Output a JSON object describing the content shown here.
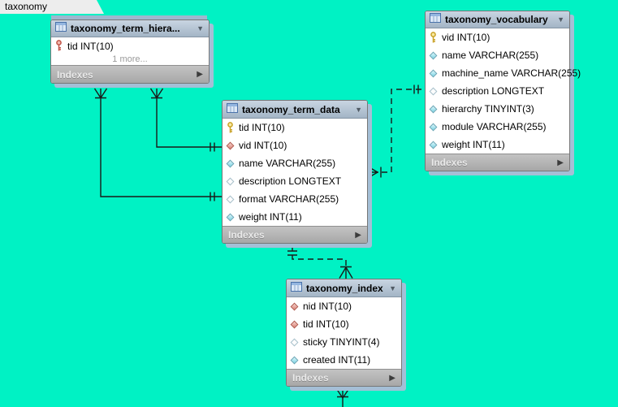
{
  "tab": {
    "label": "taxonomy"
  },
  "icons": {
    "collapse_caret": "▼",
    "indexes_arrow": "▶"
  },
  "palette": {
    "canvas_bg": "#00f2c4",
    "box_shadow": "#a4bfd6",
    "header_gradient_top": "#c9d5e2",
    "header_gradient_bottom": "#a3b5c6",
    "wire": "#1a1a1a",
    "primary_key": "#c9a227",
    "primary_foreign_key": "#c05548",
    "foreign_key_diamond": "#d97e72",
    "not_null_diamond": "#79d3e4"
  },
  "tables": [
    {
      "title": "taxonomy_term_hiera...",
      "columns": [
        {
          "icon": "primary-foreign-key",
          "text": "tid INT(10)"
        }
      ],
      "more_label": "1 more...",
      "indexes_label": "Indexes"
    },
    {
      "title": "taxonomy_term_data",
      "columns": [
        {
          "icon": "primary-key",
          "text": "tid INT(10)"
        },
        {
          "icon": "foreign-key",
          "text": "vid INT(10)"
        },
        {
          "icon": "column-not-null",
          "text": "name VARCHAR(255)"
        },
        {
          "icon": "column-nullable",
          "text": "description LONGTEXT"
        },
        {
          "icon": "column-nullable",
          "text": "format VARCHAR(255)"
        },
        {
          "icon": "column-not-null",
          "text": "weight INT(11)"
        }
      ],
      "indexes_label": "Indexes"
    },
    {
      "title": "taxonomy_vocabulary",
      "columns": [
        {
          "icon": "primary-key",
          "text": "vid INT(10)"
        },
        {
          "icon": "column-not-null",
          "text": "name VARCHAR(255)"
        },
        {
          "icon": "column-not-null",
          "text": "machine_name VARCHAR(255)"
        },
        {
          "icon": "column-nullable",
          "text": "description LONGTEXT"
        },
        {
          "icon": "column-not-null",
          "text": "hierarchy TINYINT(3)"
        },
        {
          "icon": "column-not-null",
          "text": "module VARCHAR(255)"
        },
        {
          "icon": "column-not-null",
          "text": "weight INT(11)"
        }
      ],
      "indexes_label": "Indexes"
    },
    {
      "title": "taxonomy_index",
      "columns": [
        {
          "icon": "foreign-key",
          "text": "nid INT(10)"
        },
        {
          "icon": "foreign-key",
          "text": "tid INT(10)"
        },
        {
          "icon": "column-nullable",
          "text": "sticky TINYINT(4)"
        },
        {
          "icon": "column-not-null",
          "text": "created INT(11)"
        }
      ],
      "indexes_label": "Indexes"
    }
  ],
  "relationships": [
    {
      "from": "taxonomy_term_hiera...",
      "to": "taxonomy_term_data",
      "style": "solid",
      "cardinality": "many-to-one"
    },
    {
      "from": "taxonomy_term_hiera...",
      "to": "taxonomy_term_data",
      "style": "solid",
      "cardinality": "many-to-one"
    },
    {
      "from": "taxonomy_term_data",
      "to": "taxonomy_vocabulary",
      "style": "dashed",
      "cardinality": "many-to-one"
    },
    {
      "from": "taxonomy_index",
      "to": "taxonomy_term_data",
      "style": "dashed",
      "cardinality": "many-to-one"
    },
    {
      "from": "taxonomy_index",
      "to": "offscreen-bottom",
      "style": "solid",
      "cardinality": "many"
    }
  ]
}
